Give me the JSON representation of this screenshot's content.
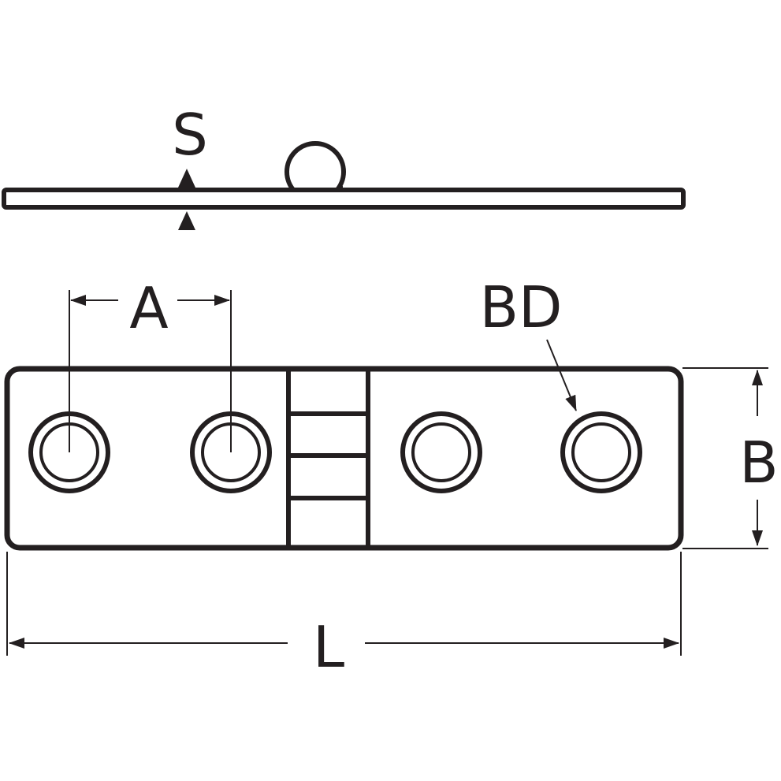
{
  "labels": {
    "thickness": "S",
    "hole_spacing": "A",
    "bore_diameter": "BD",
    "width": "B",
    "length": "L"
  },
  "colors": {
    "line": "#231f20",
    "background": "#ffffff"
  }
}
